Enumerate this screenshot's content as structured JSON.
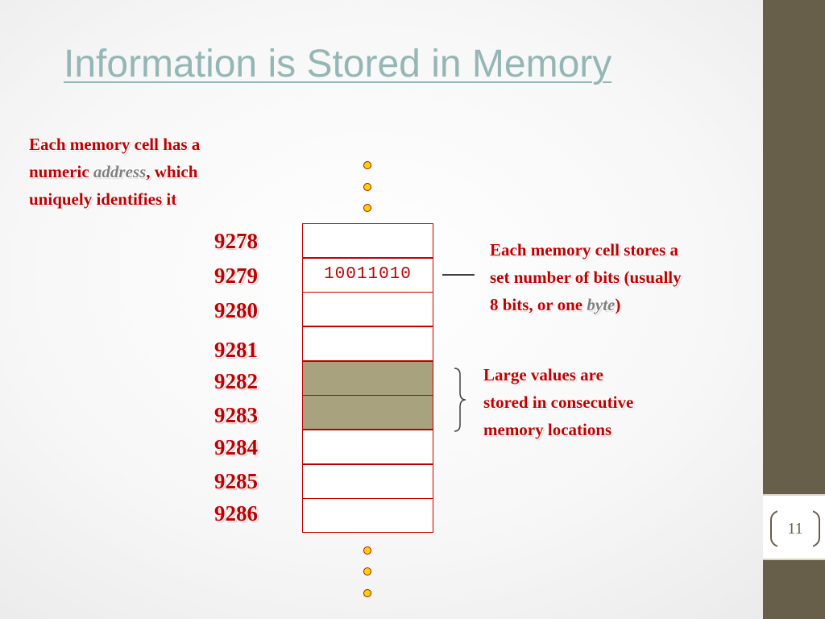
{
  "slide": {
    "title": "Information is Stored in Memory",
    "page_number": "11"
  },
  "callouts": {
    "address": {
      "line1": "Each memory cell has a",
      "line2_pre": "numeric ",
      "line2_emph": "address",
      "line2_post": ", which",
      "line3": "uniquely identifies it"
    },
    "bits": {
      "line1": "Each memory cell stores a",
      "line2": "set number of bits (usually",
      "line3_pre": "8 bits, or one ",
      "line3_emph": "byte",
      "line3_post": ")"
    },
    "large": {
      "line1": "Large values are",
      "line2": "stored in consecutive",
      "line3": "memory locations"
    }
  },
  "memory": {
    "cells": [
      {
        "address": "9278",
        "value": "",
        "highlighted": false
      },
      {
        "address": "9279",
        "value": "10011010",
        "highlighted": false
      },
      {
        "address": "9280",
        "value": "",
        "highlighted": false
      },
      {
        "address": "9281",
        "value": "",
        "highlighted": false
      },
      {
        "address": "9282",
        "value": "",
        "highlighted": true
      },
      {
        "address": "9283",
        "value": "",
        "highlighted": true
      },
      {
        "address": "9284",
        "value": "",
        "highlighted": false
      },
      {
        "address": "9285",
        "value": "",
        "highlighted": false
      },
      {
        "address": "9286",
        "value": "",
        "highlighted": false
      }
    ]
  },
  "colors": {
    "accent_red": "#c00000",
    "title_teal": "#94b6b5",
    "sidebar": "#675f49",
    "highlight_cell": "#a8a27f",
    "ellipsis_dot": "#ffd700"
  }
}
